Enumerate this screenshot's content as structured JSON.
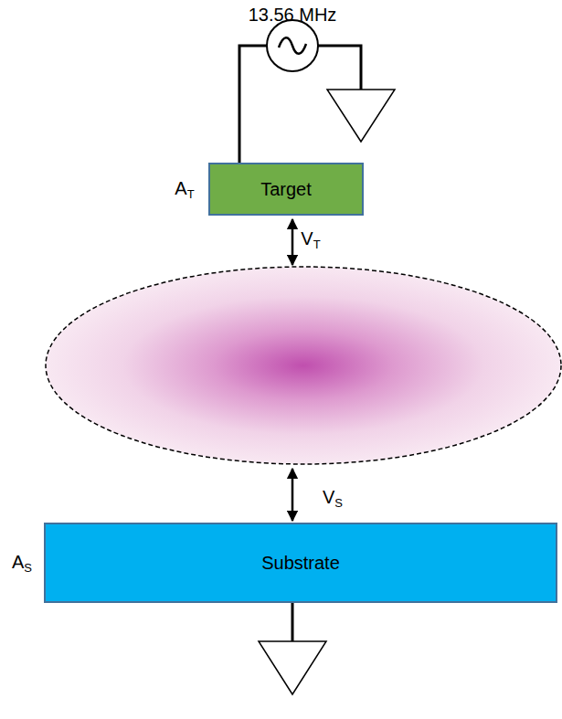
{
  "diagram": {
    "nodes": [
      {
        "text": [
          "Target"
        ]
      },
      {
        "text": [
          "Substrate"
        ]
      }
    ],
    "labels": [
      "13.56 MHz",
      "AT",
      "VT",
      "VS",
      "AS"
    ]
  }
}
